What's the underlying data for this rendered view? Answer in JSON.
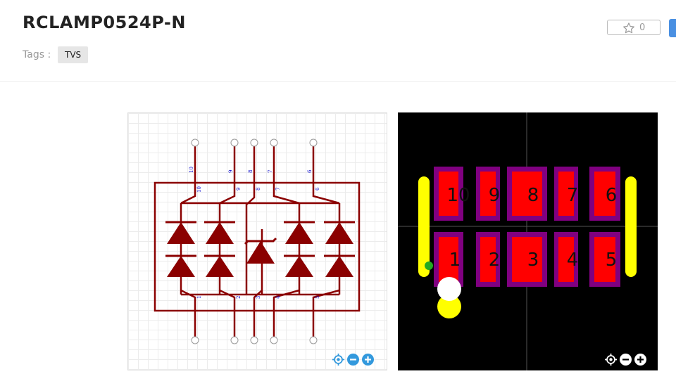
{
  "header": {
    "title": "RCLAMP0524P-N",
    "tags_label": "Tags :",
    "tags": [
      "TVS"
    ],
    "star_count": "0"
  },
  "colors": {
    "accent_blue": "#3399dd",
    "schematic_red": "#8b0000",
    "pin_label_blue": "#0000cc",
    "pad_red": "#ff0000",
    "pad_purple": "#800080",
    "silk_yellow": "#ffff00"
  },
  "schematic": {
    "top_pins": [
      "10",
      "9",
      "8",
      "7",
      "6"
    ],
    "bottom_pins": [
      "1",
      "2",
      "3",
      "4",
      "5"
    ],
    "zoom_controls": [
      "locate-icon",
      "zoom-out-icon",
      "zoom-in-icon"
    ]
  },
  "pcb": {
    "top_pads": [
      "10",
      "9",
      "8",
      "7",
      "6"
    ],
    "bottom_pads": [
      "1",
      "2",
      "3",
      "4",
      "5"
    ],
    "zoom_controls": [
      "locate-icon",
      "zoom-out-icon",
      "zoom-in-icon"
    ]
  }
}
